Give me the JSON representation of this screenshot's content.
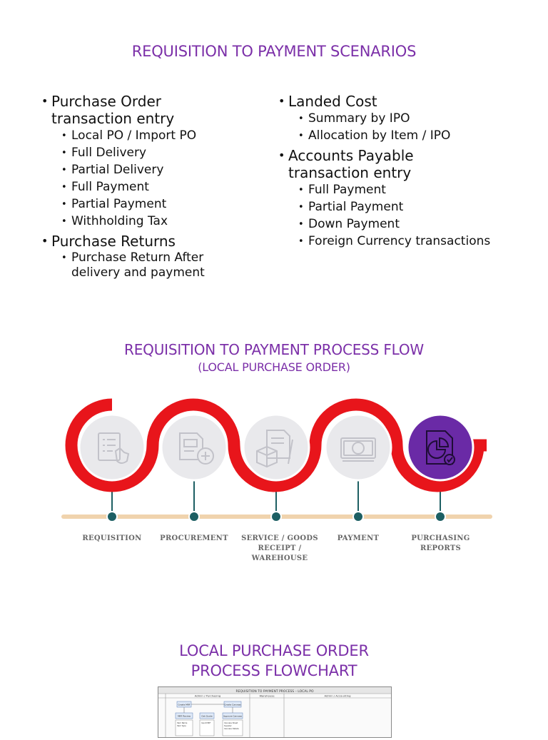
{
  "section1": {
    "title": "REQUISITION TO PAYMENT SCENARIOS",
    "left": [
      {
        "label": "Purchase Order transaction entry",
        "items": [
          "Local PO / Import PO",
          "Full Delivery",
          "Partial Delivery",
          "Full Payment",
          "Partial Payment",
          "Withholding Tax"
        ]
      },
      {
        "label": "Purchase Returns",
        "items": [
          "Purchase Return After delivery and payment"
        ]
      }
    ],
    "right": [
      {
        "label": "Landed Cost",
        "items": [
          "Summary by IPO",
          "Allocation by Item / IPO"
        ]
      },
      {
        "label": "Accounts Payable transaction entry",
        "items": [
          "Full Payment",
          "Partial Payment",
          "Down Payment",
          "Foreign Currency transactions"
        ]
      }
    ]
  },
  "section2": {
    "title": "REQUISITION TO PAYMENT PROCESS FLOW",
    "subtitle": "(LOCAL PURCHASE ORDER)",
    "steps": [
      "REQUISITION",
      "PROCUREMENT",
      "SERVICE / GOODS RECEIPT / WAREHOUSE",
      "PAYMENT",
      "PURCHASING REPORTS"
    ],
    "colors": {
      "wave": "#e8151b",
      "timeline": "#f0d3ad",
      "node": "#1d5f63",
      "highlight": "#6a2aa6",
      "circle": "#e9e9ec"
    }
  },
  "section3": {
    "title": "LOCAL PURCHASE ORDER PROCESS FLOWCHART",
    "header": "REQUISITION TO PAYMENT PROCESS – LOCAL PO",
    "lanes": [
      "Admin / Purchasing",
      "Warehouse",
      "Admin / Accounting"
    ],
    "boxes": [
      "Create MRF",
      "Create Canvass",
      "MRF Review",
      "Get Quote",
      "Approve Canvass",
      "Item Name",
      "Item Type",
      "Input MRF",
      "Canvass Sheet",
      "Supplier",
      "Canvass Details"
    ]
  }
}
